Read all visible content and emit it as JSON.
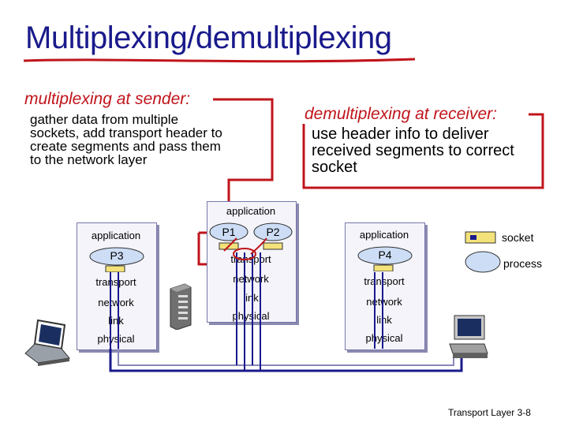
{
  "title": "Multiplexing/demultiplexing",
  "sender": {
    "label": "multiplexing at sender:",
    "text_lines": [
      "gather data from multiple",
      "sockets, add transport header  to",
      "create segments and pass them",
      "to the network layer"
    ]
  },
  "receiver": {
    "label": "demultiplexing at receiver:",
    "text_lines": [
      "use header info to deliver",
      "received segments to correct",
      "socket"
    ]
  },
  "hosts": {
    "left": {
      "layers": [
        "application",
        "transport",
        "network",
        "link",
        "physical"
      ],
      "process": "P3"
    },
    "middle": {
      "layers": [
        "application",
        "transport",
        "network",
        "link",
        "physical"
      ],
      "processes": [
        "P1",
        "P2"
      ]
    },
    "right": {
      "layers": [
        "application",
        "transport",
        "network",
        "link",
        "physical"
      ],
      "process": "P4"
    }
  },
  "legend": {
    "socket": "socket",
    "process": "process"
  },
  "footer": {
    "text": "Transport Layer",
    "page": "3-8"
  },
  "colors": {
    "title": "#1a1a8c",
    "accent_red": "#c0141b",
    "socket_yellow": "#f3e27a",
    "process_blue": "#ccddf5",
    "wire_blue": "#1a1a8c"
  },
  "icons": [
    "laptop-icon",
    "server-icon",
    "desktop-icon"
  ]
}
